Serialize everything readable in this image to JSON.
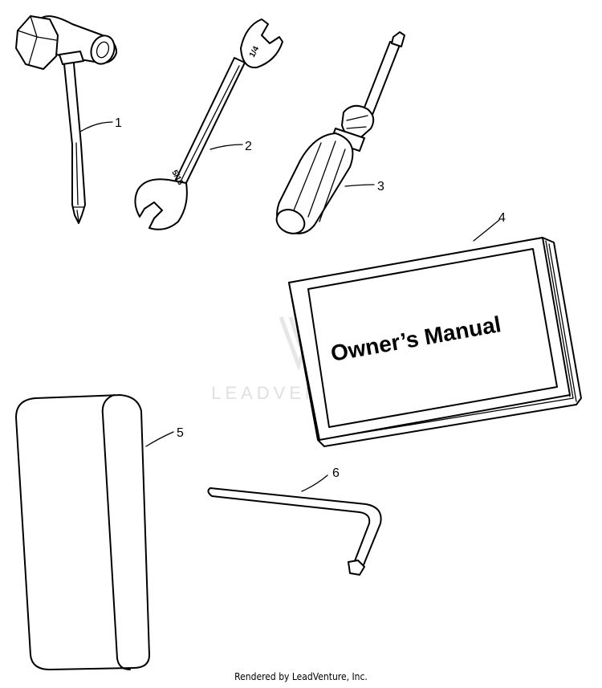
{
  "watermark": "LEADVENTURE",
  "footer": "Rendered by LeadVenture, Inc.",
  "parts": [
    {
      "callout": "1",
      "icon": "spark-plug-wrench-icon"
    },
    {
      "callout": "2",
      "icon": "open-end-wrench-icon",
      "size_marks": [
        "1/4",
        "5/16"
      ]
    },
    {
      "callout": "3",
      "icon": "screwdriver-icon"
    },
    {
      "callout": "4",
      "icon": "owners-manual-icon",
      "cover_text": "Owner’s Manual"
    },
    {
      "callout": "5",
      "icon": "tool-pouch-icon"
    },
    {
      "callout": "6",
      "icon": "hex-key-icon"
    }
  ]
}
